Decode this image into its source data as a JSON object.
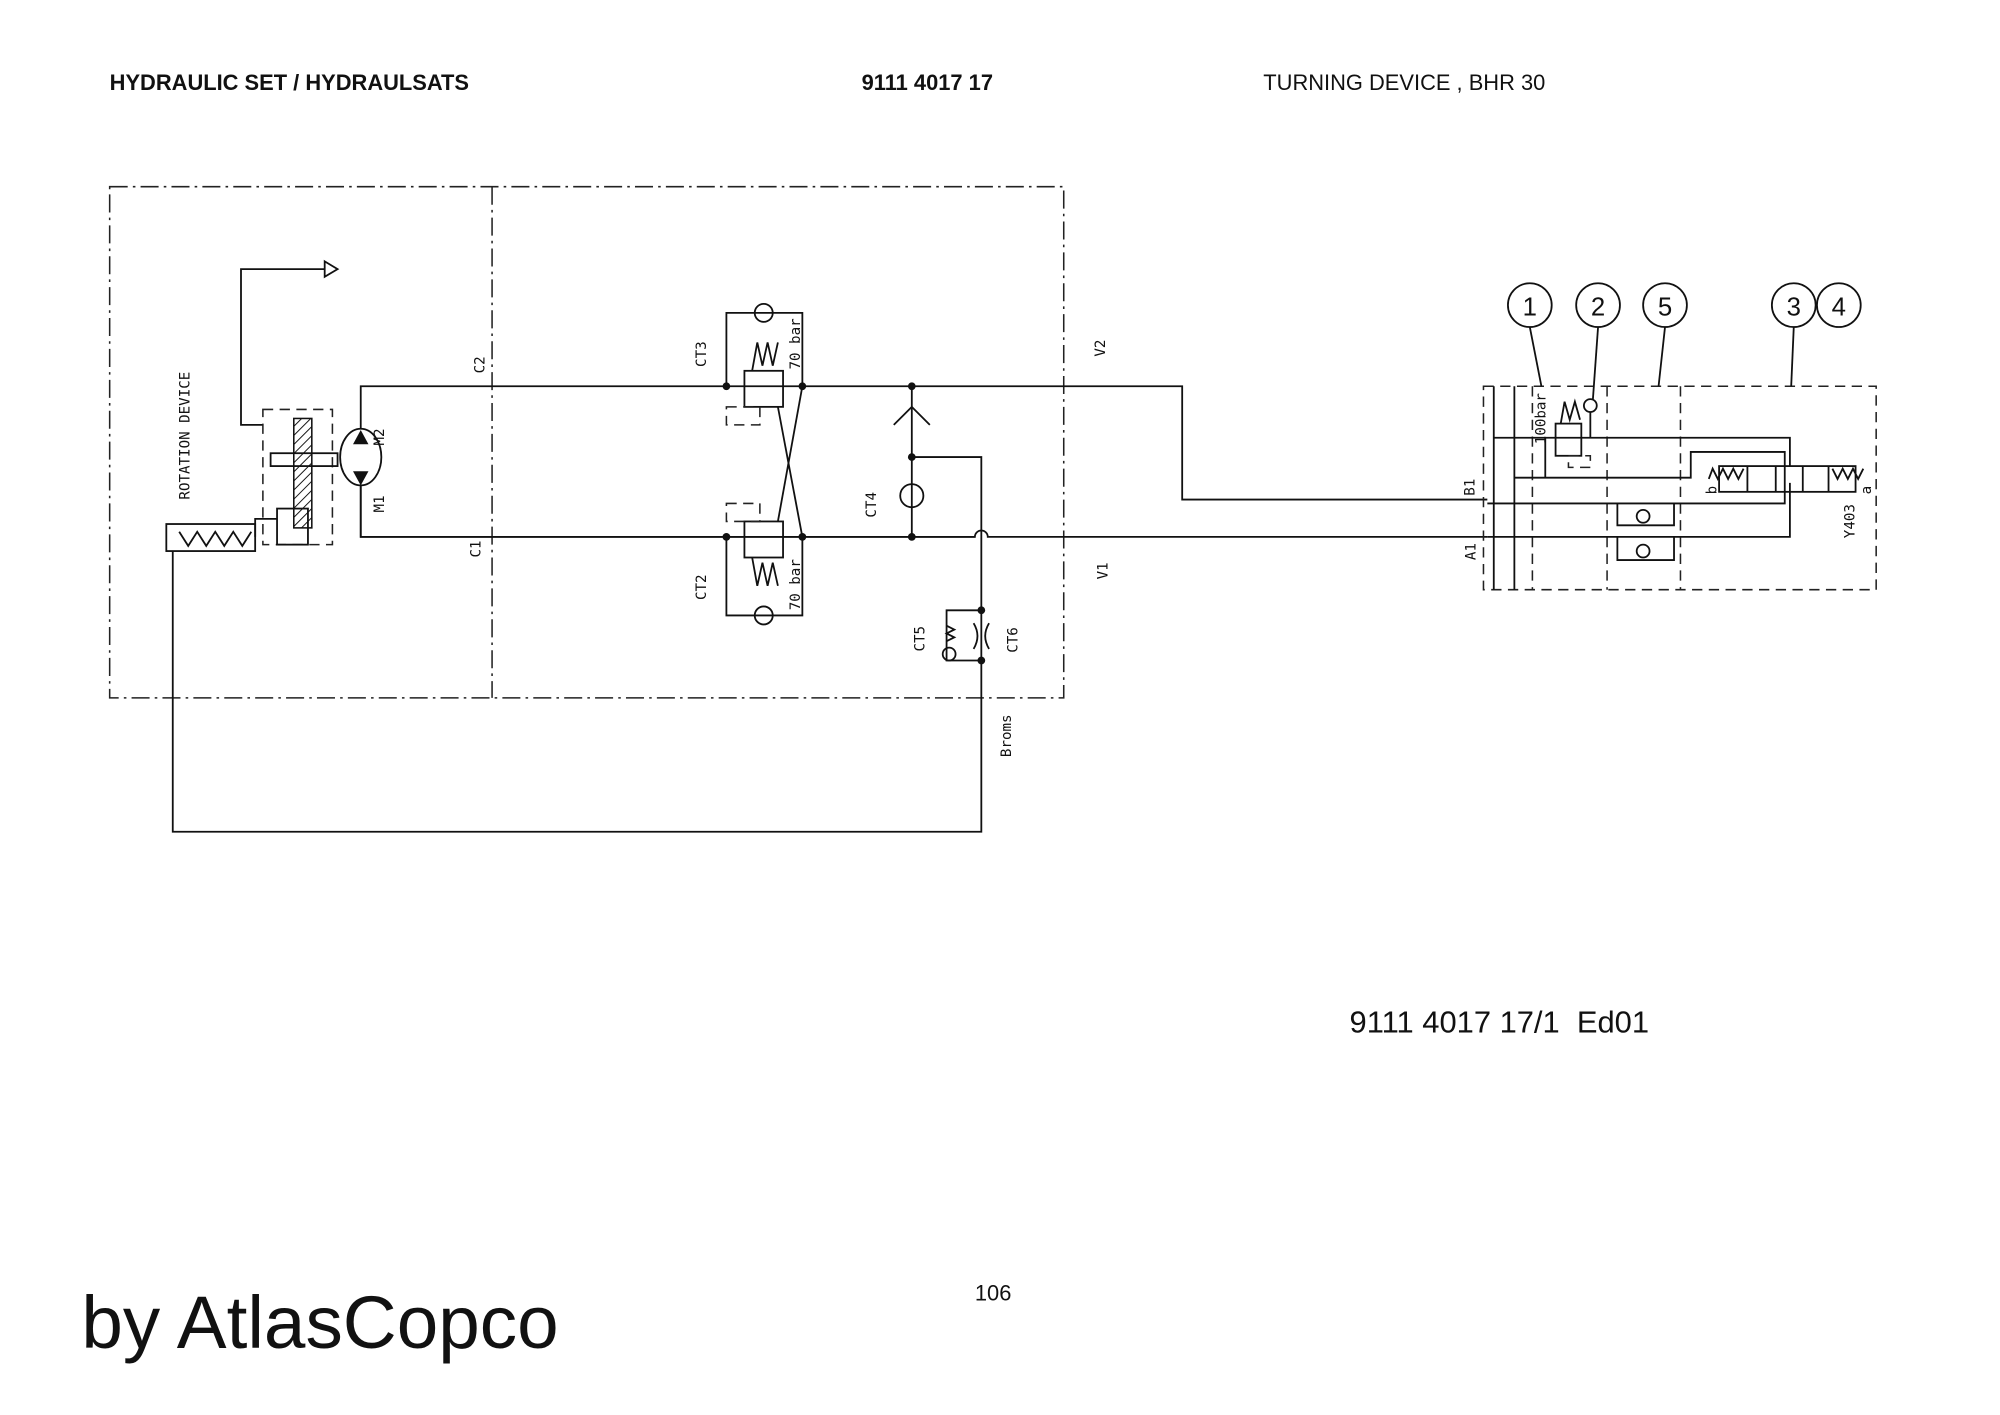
{
  "header": {
    "title": "HYDRAULIC SET / HYDRAULSATS",
    "part_number": "9111 4017 17",
    "description": "TURNING DEVICE , BHR 30"
  },
  "diagram": {
    "rotation_device": "ROTATION DEVICE",
    "ports": {
      "m1": "M1",
      "m2": "M2",
      "c1": "C1",
      "c2": "C2",
      "v1": "V1",
      "v2": "V2",
      "a1": "A1",
      "b1": "B1",
      "broms": "Broms"
    },
    "components": {
      "ct2": "CT2",
      "ct3": "CT3",
      "ct4": "CT4",
      "ct5": "CT5",
      "ct6": "CT6",
      "y403": "Y403"
    },
    "pressures": {
      "ct3": "70 bar",
      "ct2": "70 bar",
      "relief": "100bar"
    },
    "solenoid_sides": {
      "a": "a",
      "b": "b"
    },
    "callouts": [
      "1",
      "2",
      "5",
      "3",
      "4"
    ]
  },
  "footer": {
    "drawing_ref": "9111 4017 17/1  Ed01",
    "page_number": "106",
    "brand": "by AtlasCopco"
  }
}
